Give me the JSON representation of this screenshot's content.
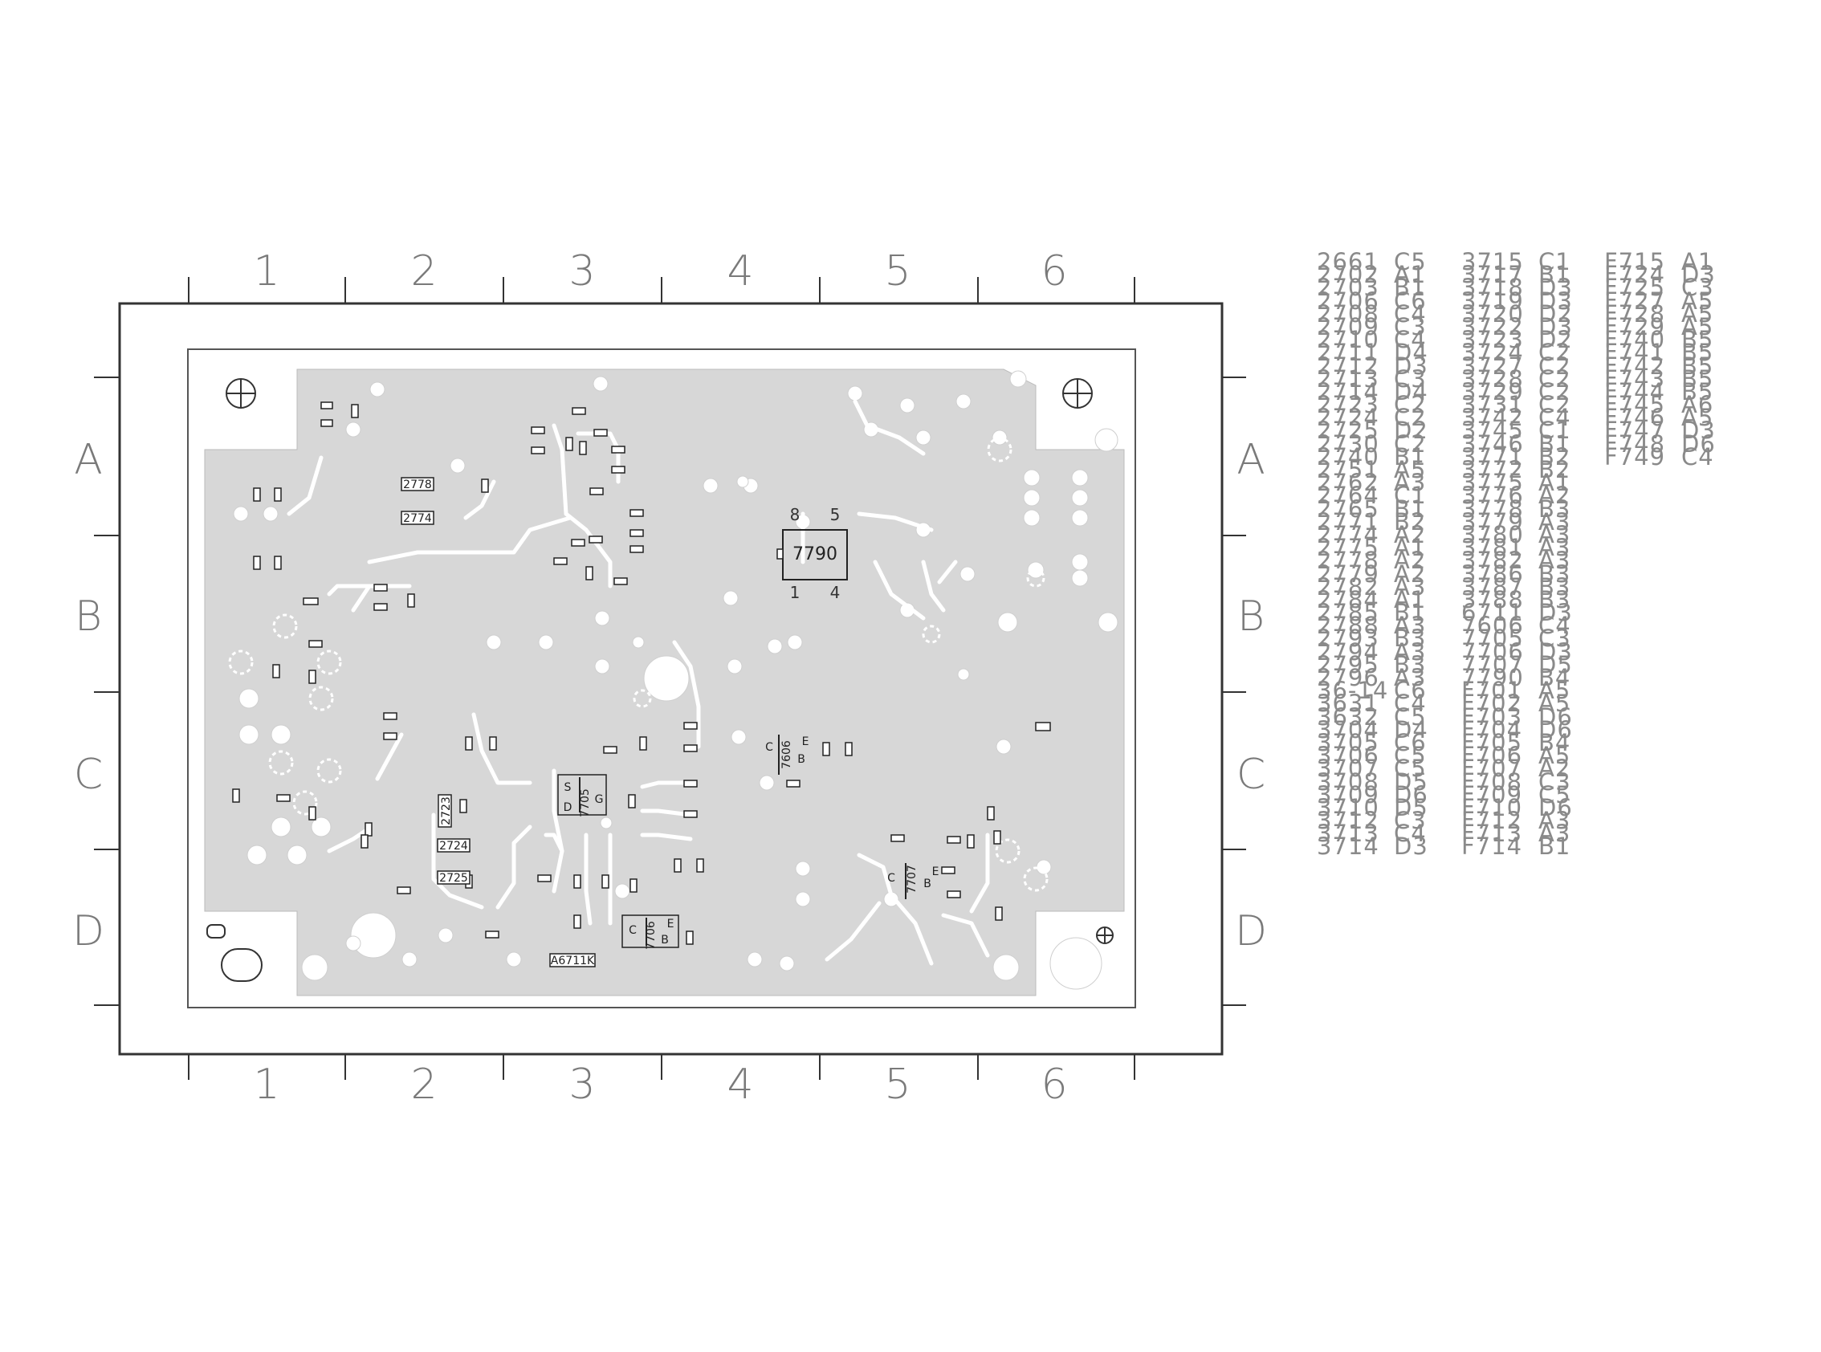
{
  "grid": {
    "columns": [
      "1",
      "2",
      "3",
      "4",
      "5",
      "6"
    ],
    "rows": [
      "A",
      "B",
      "C",
      "D"
    ]
  },
  "board": {
    "ic": {
      "ref": "7790",
      "pins": [
        "8",
        "5",
        "1",
        "4"
      ]
    },
    "board_id": "A6711K",
    "components": [
      "2778",
      "2774",
      "2723",
      "2724",
      "2725"
    ],
    "transistors": [
      {
        "ref": "7705",
        "pins": [
          "D",
          "S",
          "G"
        ]
      },
      {
        "ref": "7606",
        "pins": [
          "C",
          "B",
          "E"
        ]
      },
      {
        "ref": "7706",
        "pins": [
          "C",
          "B",
          "E"
        ]
      },
      {
        "ref": "7707",
        "pins": [
          "C",
          "B",
          "E"
        ]
      }
    ]
  },
  "parts_index": [
    [
      [
        "2661",
        "C5"
      ],
      [
        "2702",
        "A1"
      ],
      [
        "2703",
        "B1"
      ],
      [
        "2706",
        "C6"
      ],
      [
        "2708",
        "C4"
      ],
      [
        "2709",
        "C3"
      ],
      [
        "2710",
        "C4"
      ],
      [
        "2711",
        "D4"
      ],
      [
        "2712",
        "D3"
      ],
      [
        "2713",
        "C3"
      ],
      [
        "2714",
        "D4"
      ],
      [
        "2723",
        "C2"
      ],
      [
        "2724",
        "C2"
      ],
      [
        "2725",
        "D2"
      ],
      [
        "2730",
        "C2"
      ],
      [
        "2740",
        "B1"
      ],
      [
        "2751",
        "A5"
      ],
      [
        "2762",
        "A3"
      ],
      [
        "2764",
        "C1"
      ],
      [
        "2765",
        "B1"
      ],
      [
        "2771",
        "B2"
      ],
      [
        "2774",
        "A2"
      ],
      [
        "2775",
        "A1"
      ],
      [
        "2778",
        "A2"
      ],
      [
        "2779",
        "A2"
      ],
      [
        "2782",
        "A3"
      ],
      [
        "2784",
        "A1"
      ],
      [
        "2785",
        "B1"
      ],
      [
        "2788",
        "A3"
      ],
      [
        "2793",
        "B3"
      ],
      [
        "2794",
        "A3"
      ],
      [
        "2795",
        "B3"
      ],
      [
        "2796",
        "A3"
      ],
      [
        "36-14",
        "C6"
      ],
      [
        "3631",
        "C4"
      ],
      [
        "3632",
        "C5"
      ],
      [
        "3704",
        "D4"
      ],
      [
        "3705",
        "C6"
      ],
      [
        "3706",
        "C5"
      ],
      [
        "3707",
        "C5"
      ],
      [
        "3708",
        "D5"
      ],
      [
        "3709",
        "D6"
      ],
      [
        "3710",
        "D5"
      ],
      [
        "3712",
        "C3"
      ],
      [
        "3713",
        "C4"
      ],
      [
        "3714",
        "D3"
      ]
    ],
    [
      [
        "3715",
        "C1"
      ],
      [
        "3717",
        "B1"
      ],
      [
        "3718",
        "D3"
      ],
      [
        "3719",
        "D3"
      ],
      [
        "3720",
        "D2"
      ],
      [
        "3722",
        "D3"
      ],
      [
        "3723",
        "D2"
      ],
      [
        "3724",
        "C2"
      ],
      [
        "3727",
        "C2"
      ],
      [
        "3728",
        "C2"
      ],
      [
        "3729",
        "C2"
      ],
      [
        "3731",
        "C2"
      ],
      [
        "3742",
        "C4"
      ],
      [
        "3745",
        "C1"
      ],
      [
        "3746",
        "B1"
      ],
      [
        "3771",
        "B2"
      ],
      [
        "3772",
        "B2"
      ],
      [
        "3775",
        "A1"
      ],
      [
        "3776",
        "A2"
      ],
      [
        "3778",
        "B3"
      ],
      [
        "3779",
        "A3"
      ],
      [
        "3780",
        "A3"
      ],
      [
        "3781",
        "A3"
      ],
      [
        "3782",
        "A3"
      ],
      [
        "3786",
        "B3"
      ],
      [
        "3787",
        "B3"
      ],
      [
        "3788",
        "B3"
      ],
      [
        "6711",
        "D3"
      ],
      [
        "7606",
        "C4"
      ],
      [
        "7705",
        "C3"
      ],
      [
        "7706",
        "D3"
      ],
      [
        "7707",
        "D5"
      ],
      [
        "7790",
        "B4"
      ],
      [
        "F701",
        "A5"
      ],
      [
        "F702",
        "A5"
      ],
      [
        "F703",
        "D6"
      ],
      [
        "F704",
        "D6"
      ],
      [
        "F705",
        "B4"
      ],
      [
        "F706",
        "A5"
      ],
      [
        "F707",
        "A2"
      ],
      [
        "F708",
        "C3"
      ],
      [
        "F709",
        "C5"
      ],
      [
        "F710",
        "D6"
      ],
      [
        "F712",
        "A3"
      ],
      [
        "F713",
        "A3"
      ],
      [
        "F714",
        "B1"
      ]
    ],
    [
      [
        "F715",
        "A1"
      ],
      [
        "F724",
        "D3"
      ],
      [
        "F725",
        "C3"
      ],
      [
        "F727",
        "A5"
      ],
      [
        "F728",
        "A5"
      ],
      [
        "F729",
        "A5"
      ],
      [
        "F740",
        "B5"
      ],
      [
        "F741",
        "B5"
      ],
      [
        "F742",
        "B5"
      ],
      [
        "F743",
        "B5"
      ],
      [
        "F744",
        "B5"
      ],
      [
        "F745",
        "A6"
      ],
      [
        "F746",
        "A5"
      ],
      [
        "F747",
        "D3"
      ],
      [
        "F748",
        "D6"
      ],
      [
        "F749",
        "C4"
      ]
    ]
  ]
}
